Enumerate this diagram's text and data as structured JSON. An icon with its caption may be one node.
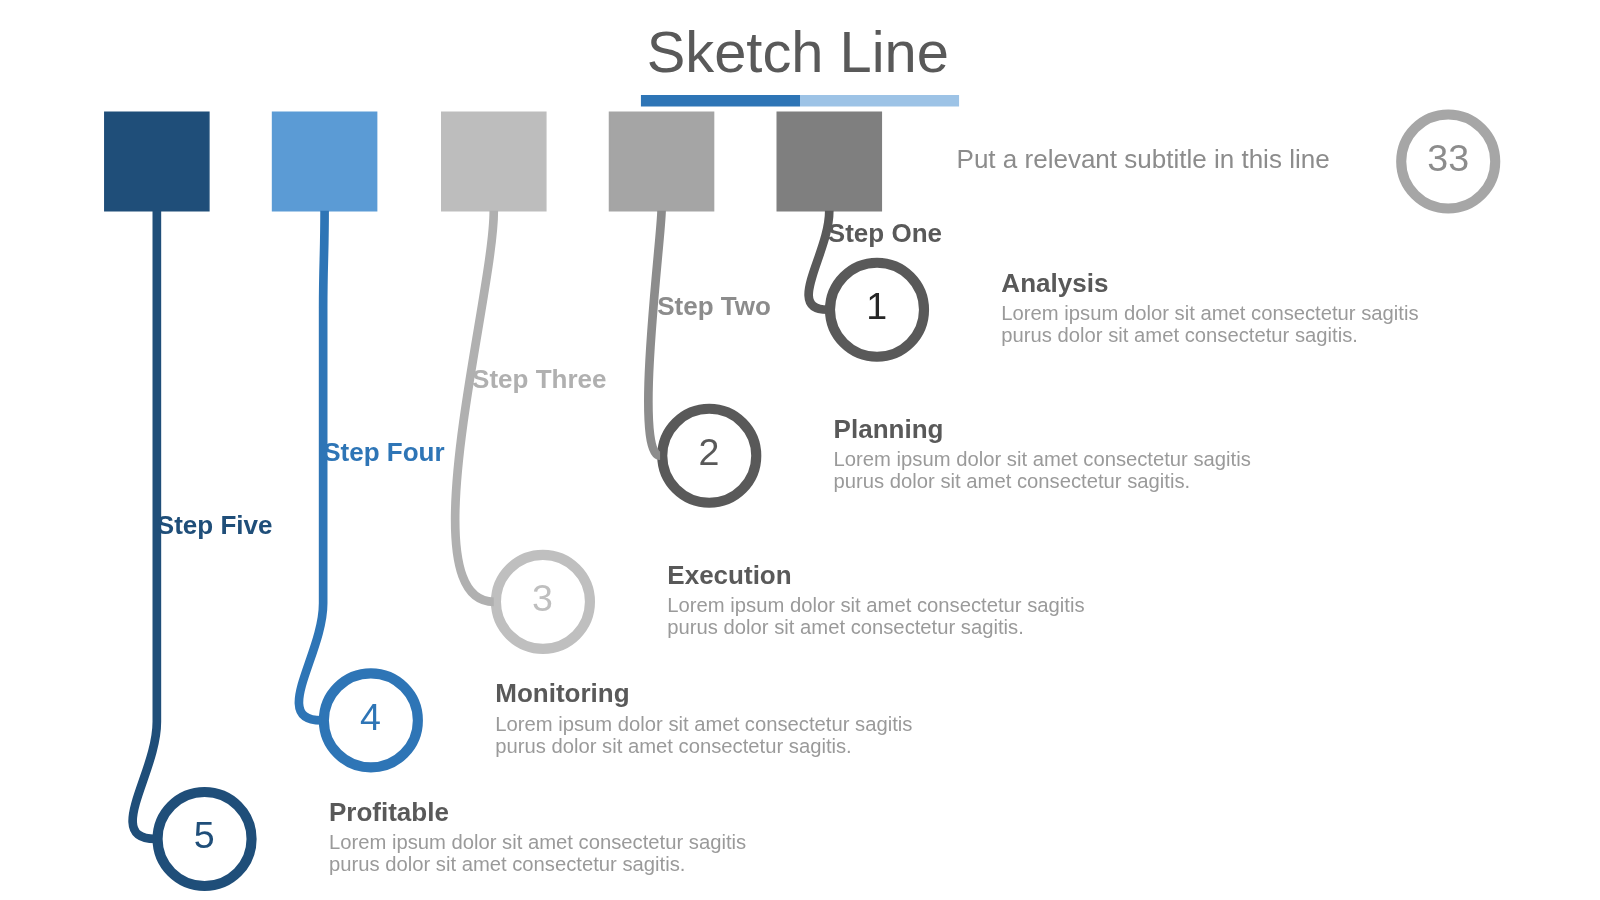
{
  "diagram": {
    "title": "Sketch Line",
    "nodes": [
      {
        "text": [],
        "shape": "box"
      },
      {
        "text": [],
        "shape": "box"
      },
      {
        "text": [],
        "shape": "box"
      },
      {
        "text": [],
        "shape": "box"
      },
      {
        "text": [],
        "shape": "box"
      },
      {
        "text": [
          "33"
        ]
      },
      {
        "text": [
          "1"
        ],
        "beside": [
          "Analysis",
          "Lorem ipsum dolor sit amet consectetur sagitis purus dolor sit amet consectetur sagitis."
        ]
      },
      {
        "text": [
          "2"
        ],
        "beside": [
          "Planning",
          "Lorem ipsum dolor sit amet consectetur sagitis purus dolor sit amet consectetur sagitis."
        ]
      },
      {
        "text": [
          "3"
        ],
        "beside": [
          "Execution",
          "Lorem ipsum dolor sit amet consectetur sagitis purus dolor sit amet consectetur sagitis."
        ]
      },
      {
        "text": [
          "4"
        ],
        "beside": [
          "Monitoring",
          "Lorem ipsum dolor sit amet consectetur sagitis purus dolor sit amet consectetur sagitis."
        ]
      },
      {
        "text": [
          "5"
        ],
        "beside": [
          "Profitable",
          "Lorem ipsum dolor sit amet consectetur sagitis purus dolor sit amet consectetur sagitis."
        ]
      }
    ],
    "edges": [
      {
        "from": 4,
        "to": 6,
        "arrow": "none",
        "label": "Step One",
        "color": "#595959"
      },
      {
        "from": 3,
        "to": 7,
        "arrow": "none",
        "label": "Step Two",
        "color": "#8c8c8c"
      },
      {
        "from": 2,
        "to": 8,
        "arrow": "none",
        "label": "Step Three",
        "color": "#b0b0b0"
      },
      {
        "from": 1,
        "to": 9,
        "arrow": "none",
        "label": "Step Four",
        "color": "#2e75b6"
      },
      {
        "from": 0,
        "to": 10,
        "arrow": "none",
        "label": "Step Five",
        "color": "#1f4e79"
      }
    ],
    "labels": [
      "Put a relevant subtitle in this line"
    ]
  }
}
